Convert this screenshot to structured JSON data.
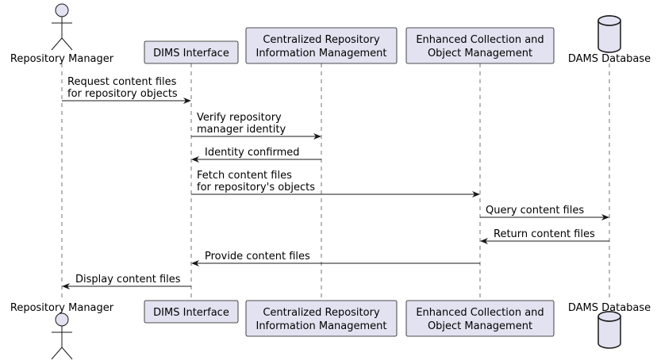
{
  "participants": [
    {
      "id": "rm",
      "kind": "actor",
      "lines": [
        "Repository Manager"
      ]
    },
    {
      "id": "dims",
      "kind": "participant",
      "lines": [
        "DIMS Interface"
      ]
    },
    {
      "id": "crim",
      "kind": "participant",
      "lines": [
        "Centralized Repository",
        "Information Management"
      ]
    },
    {
      "id": "ecom",
      "kind": "participant",
      "lines": [
        "Enhanced Collection and",
        "Object Management"
      ]
    },
    {
      "id": "dams",
      "kind": "database",
      "lines": [
        "DAMS Database"
      ]
    }
  ],
  "messages": [
    {
      "from": "rm",
      "to": "dims",
      "lines": [
        "Request content files",
        "for repository objects"
      ]
    },
    {
      "from": "dims",
      "to": "crim",
      "lines": [
        "Verify repository",
        "manager identity"
      ]
    },
    {
      "from": "crim",
      "to": "dims",
      "lines": [
        "Identity confirmed"
      ]
    },
    {
      "from": "dims",
      "to": "ecom",
      "lines": [
        "Fetch content files",
        "for repository's objects"
      ]
    },
    {
      "from": "ecom",
      "to": "dams",
      "lines": [
        "Query content files"
      ]
    },
    {
      "from": "dams",
      "to": "ecom",
      "lines": [
        "Return content files"
      ]
    },
    {
      "from": "ecom",
      "to": "dims",
      "lines": [
        "Provide content files"
      ]
    },
    {
      "from": "dims",
      "to": "rm",
      "lines": [
        "Display content files"
      ]
    }
  ],
  "colors": {
    "participant_fill": "#e2e2f0",
    "stroke": "#181818"
  },
  "icons": {
    "actor": "stick-figure-icon",
    "database": "database-cylinder-icon"
  }
}
